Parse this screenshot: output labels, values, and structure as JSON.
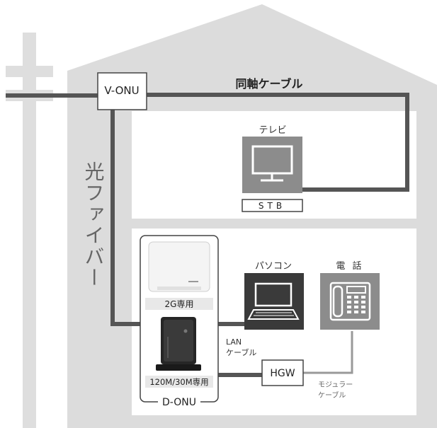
{
  "labels": {
    "v_onu": "V-ONU",
    "coax_cable": "同軸ケーブル",
    "tv": "テレビ",
    "stb": "STB",
    "optical_fiber": "光ファイバー",
    "pc": "パソコン",
    "phone": "電 話",
    "onu_2g": "2G専用",
    "onu_120m": "120M/30M専用",
    "d_onu": "D-ONU",
    "lan_cable_line1": "LAN",
    "lan_cable_line2": "ケーブル",
    "hgw": "HGW",
    "modular_cable_line1": "モジュラー",
    "modular_cable_line2": "ケーブル"
  },
  "colors": {
    "house": "#dcdcdc",
    "room": "#ffffff",
    "cable": "#555555",
    "pole": "#dedede",
    "device_dark": "#3a3a3a",
    "device_gray": "#8c8c8c"
  }
}
